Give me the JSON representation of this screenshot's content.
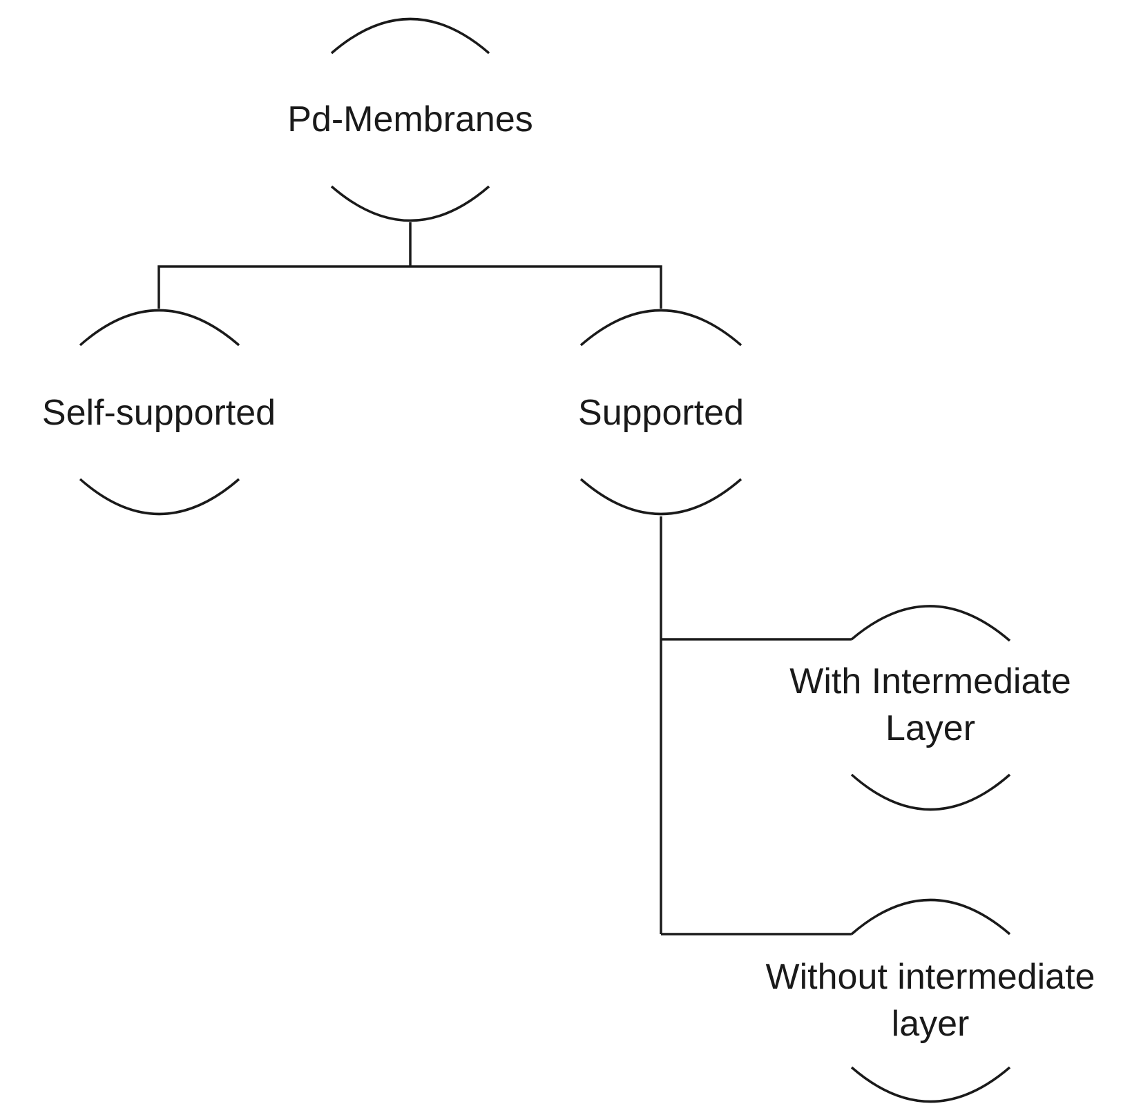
{
  "nodes": {
    "root": {
      "label": "Pd-Membranes"
    },
    "self_supported": {
      "label": "Self-supported"
    },
    "supported": {
      "label": "Supported"
    },
    "with_layer": {
      "label_lines": [
        "With Intermediate",
        "Layer"
      ]
    },
    "without_layer": {
      "label_lines": [
        "Without intermediate",
        "layer"
      ]
    }
  }
}
